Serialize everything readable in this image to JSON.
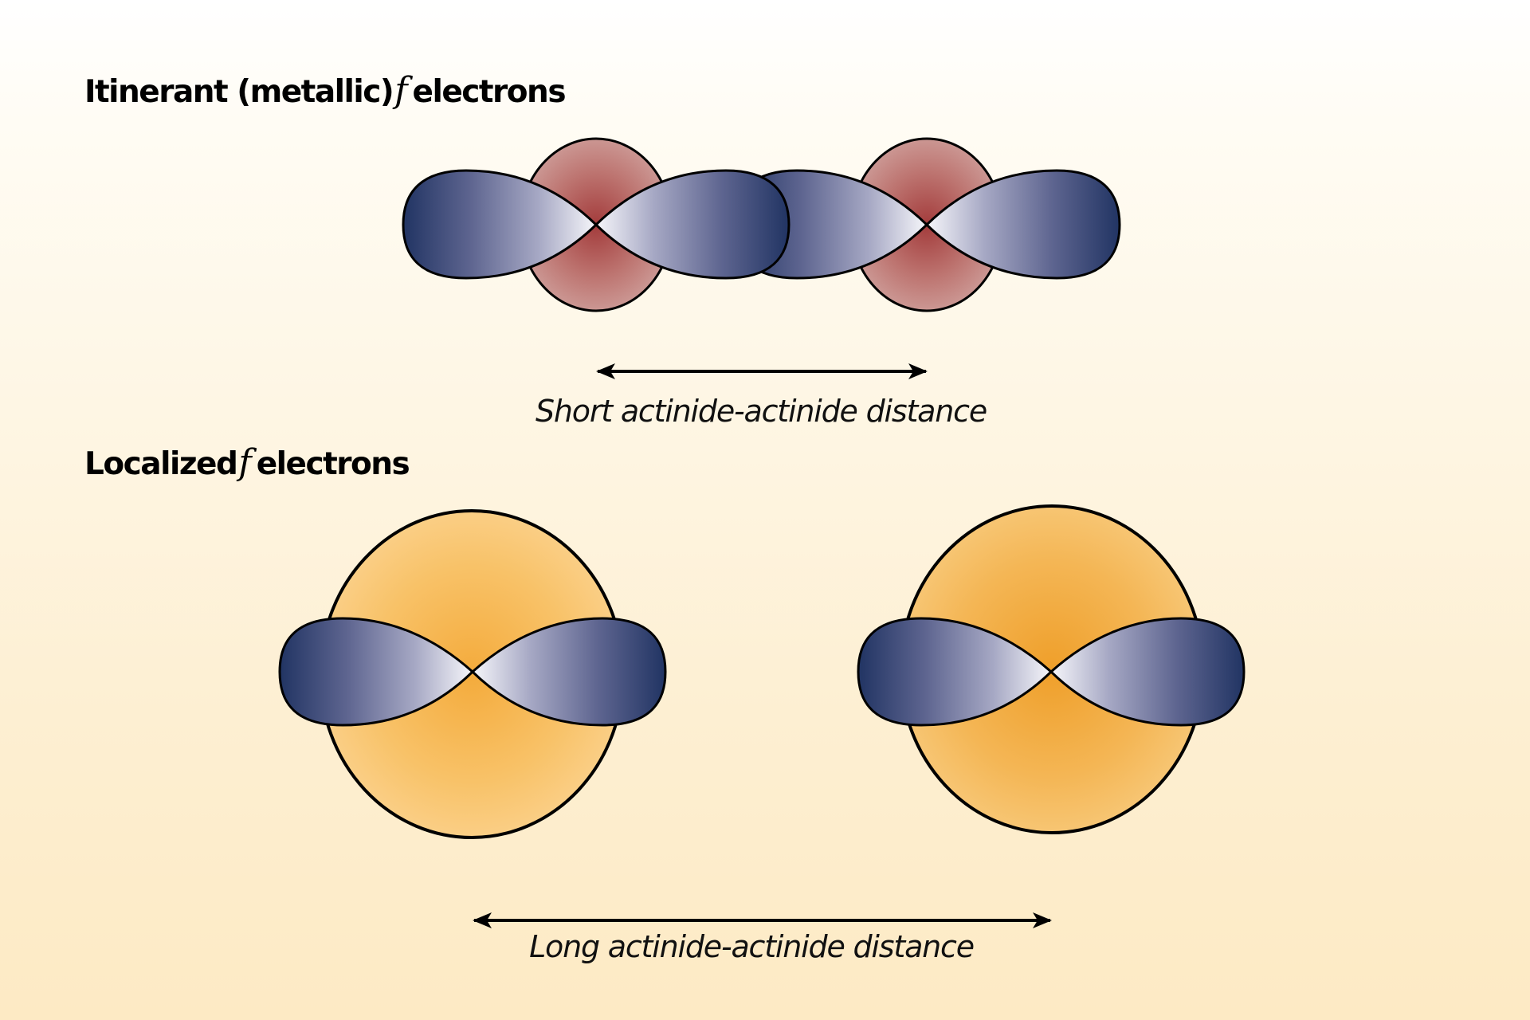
{
  "sections": {
    "itinerant": {
      "heading_prefix": "Itinerant (metallic)",
      "heading_symbol": "f",
      "heading_suffix": "electrons",
      "atom_count": 2,
      "caption": "Short actinide-actinide distance",
      "core_color": "#a84444",
      "core_edge_color": "#c99490"
    },
    "localized": {
      "heading_prefix": "Localized",
      "heading_symbol": "f",
      "heading_suffix": "electrons",
      "atom_count": 2,
      "caption": "Long actinide-actinide distance",
      "core_color": "#f0a22e",
      "core_edge_color": "#fbd08a"
    }
  },
  "colors": {
    "orbital_lobe_dark": "#223566",
    "orbital_lobe_mid": "#8a8caf",
    "orbital_lobe_light": "#f4f4f8",
    "outline": "#000000",
    "background_top": "#ffffff",
    "background_bottom": "#fdeac4"
  },
  "icons": {
    "distance_arrow": "double-headed-arrow"
  }
}
